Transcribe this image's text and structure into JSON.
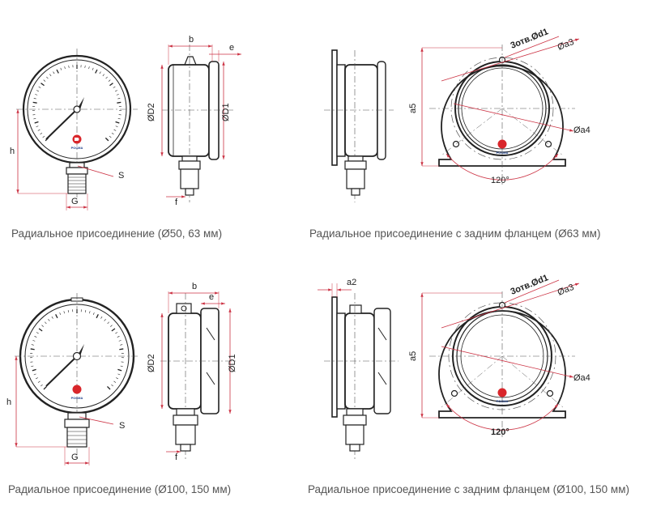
{
  "captions": {
    "tl": "Радиальное присоединение (Ø50, 63 мм)",
    "tr": "Радиальное присоединение с задним фланцем (Ø63 мм)",
    "bl": "Радиальное присоединение (Ø100, 150 мм)",
    "br": "Радиальное присоединение с задним фланцем (Ø100, 150 мм)"
  },
  "labels": {
    "h": "h",
    "S": "S",
    "G": "G",
    "b": "b",
    "e": "e",
    "f": "f",
    "D1": "ØD1",
    "D2": "ØD2",
    "a2": "a2",
    "a3": "Øa3",
    "a4": "Øa4",
    "a5": "a5",
    "d1": "3отв.Ød1",
    "angle": "120°"
  },
  "brand": {
    "name": "РОСМА",
    "red": "#d9262b",
    "blue": "#1d3f8a"
  },
  "colors": {
    "dimension": "#cc3344",
    "outline": "#222222",
    "axis": "#555555"
  }
}
